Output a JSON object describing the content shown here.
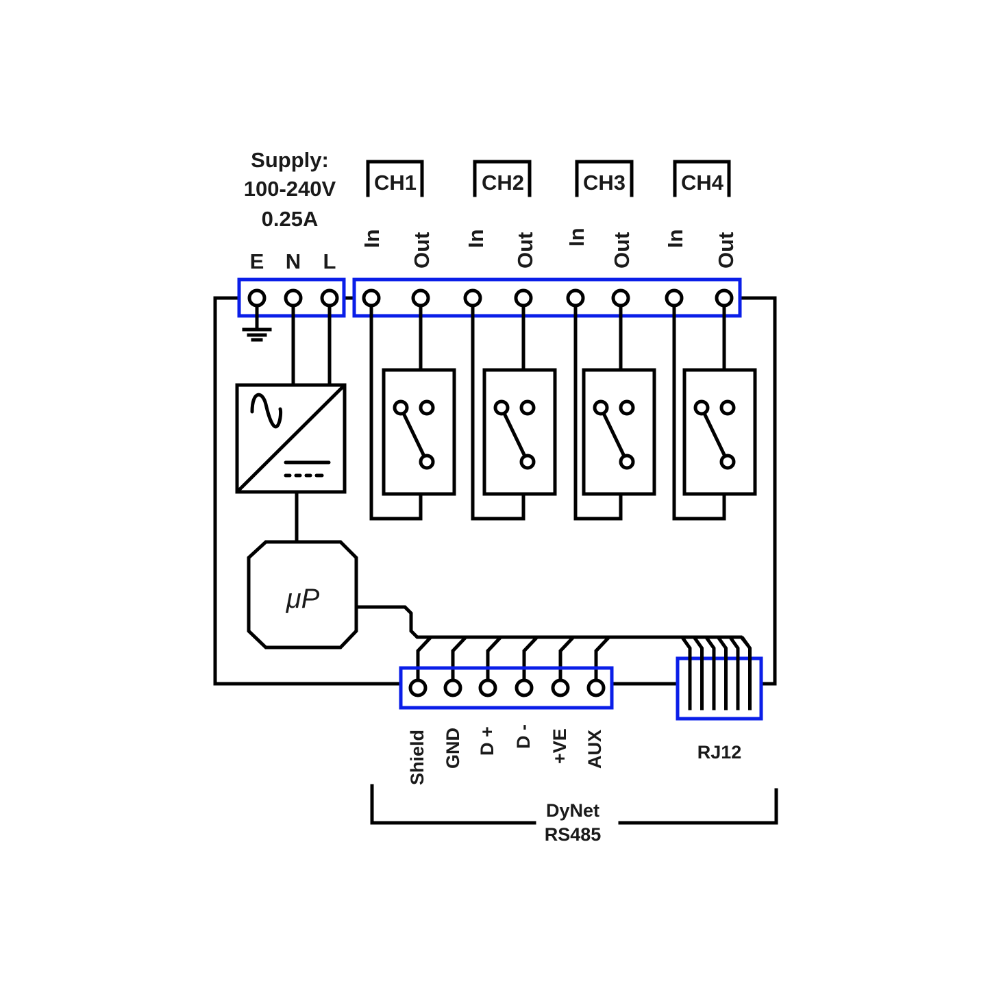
{
  "supply": {
    "title": "Supply:",
    "voltage": "100-240V",
    "current": "0.25A",
    "terminals": [
      "E",
      "N",
      "L"
    ]
  },
  "channels": [
    {
      "name": "CH1",
      "in_label": "In",
      "out_label": "Out"
    },
    {
      "name": "CH2",
      "in_label": "In",
      "out_label": "Out"
    },
    {
      "name": "CH3",
      "in_label": "In",
      "out_label": "Out"
    },
    {
      "name": "CH4",
      "in_label": "In",
      "out_label": "Out"
    }
  ],
  "processor": {
    "label": "μP"
  },
  "dynet_terminals": [
    "Shield",
    "GND",
    "D +",
    "D -",
    "+VE",
    "AUX"
  ],
  "rj12": {
    "label": "RJ12",
    "pin_count": 6
  },
  "bus": {
    "line1": "DyNet",
    "line2": "RS485"
  },
  "colors": {
    "terminal_block": "#0a1ee8",
    "wire": "#000000"
  }
}
